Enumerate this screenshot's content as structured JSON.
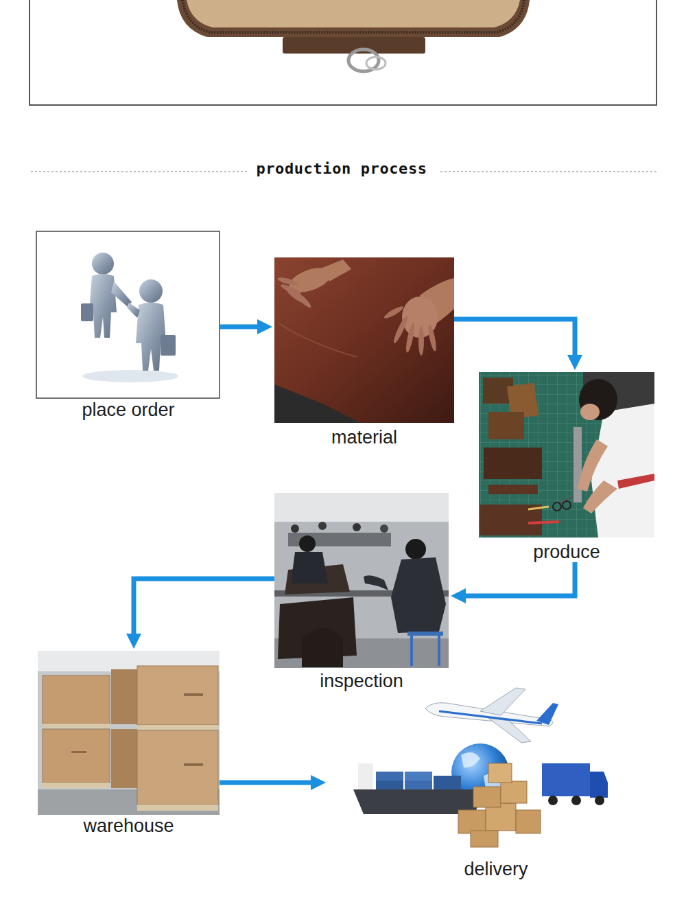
{
  "diagram": {
    "title": "production process",
    "nodes": [
      {
        "text": [
          "place order"
        ]
      },
      {
        "text": [
          "material"
        ]
      },
      {
        "text": [
          "produce"
        ]
      },
      {
        "text": [
          "inspection"
        ]
      },
      {
        "text": [
          "warehouse"
        ]
      },
      {
        "text": [
          "delivery"
        ]
      }
    ],
    "edges": [
      {
        "from": 0,
        "to": 1,
        "arrow": "to"
      },
      {
        "from": 1,
        "to": 2,
        "arrow": "to"
      },
      {
        "from": 2,
        "to": 3,
        "arrow": "to"
      },
      {
        "from": 3,
        "to": 4,
        "arrow": "to"
      },
      {
        "from": 4,
        "to": 5,
        "arrow": "to"
      }
    ]
  }
}
